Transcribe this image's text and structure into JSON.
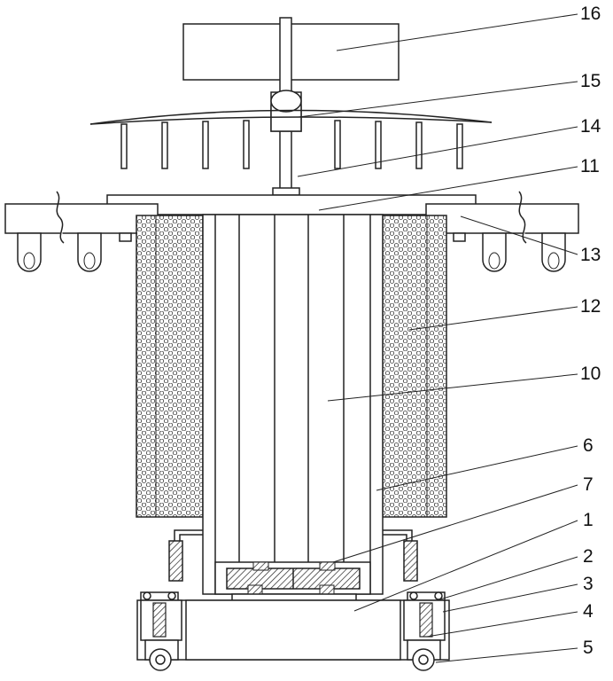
{
  "labels": {
    "l16": "16",
    "l15": "15",
    "l14": "14",
    "l11": "11",
    "l13": "13",
    "l12": "12",
    "l10": "10",
    "l6": "6",
    "l7": "7",
    "l1": "1",
    "l2": "2",
    "l3": "3",
    "l4": "4",
    "l5": "5"
  },
  "colors": {
    "stroke": "#222222",
    "background": "#ffffff"
  }
}
